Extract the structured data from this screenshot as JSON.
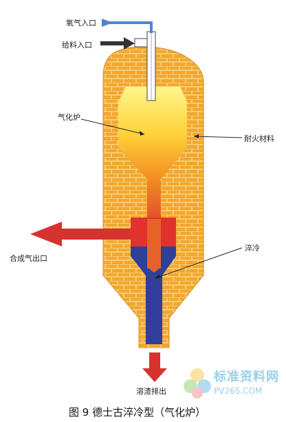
{
  "labels": {
    "oxygen_inlet": "氧气入口",
    "feed_inlet": "给料入口",
    "gasifier": "气化炉",
    "refractory": "耐火材料",
    "syngas_outlet": "合成气出口",
    "quench": "淬冷",
    "slag_discharge": "溶渣排出"
  },
  "caption": "图 9  德士古淬冷型（气化炉）",
  "watermark": {
    "text": "标准资料网",
    "url": "PV265.COM"
  },
  "colors": {
    "refractory_fill": "#f2a72e",
    "brick_lines": "#f7d58a",
    "gasifier_top": "#fff16a",
    "gasifier_bottom": "#f07a1a",
    "throat": "#e7612a",
    "red_zone": "#e2322e",
    "quench_blue": "#2f3f9a",
    "arrow_red": "#d7332e",
    "oxygen_blue": "#4a86d0",
    "feed_arrow": "#333333"
  }
}
